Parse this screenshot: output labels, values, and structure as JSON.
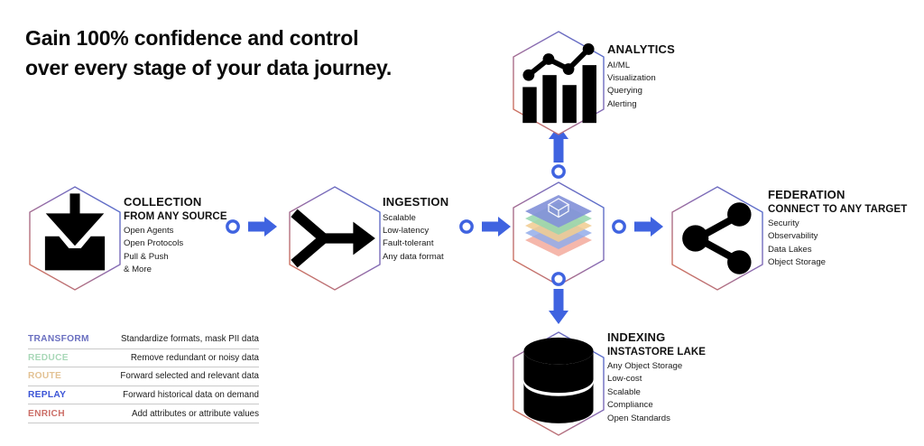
{
  "headline": {
    "line1": "Gain 100% confidence and control",
    "line2": "over every stage of your data journey."
  },
  "nodes": {
    "collection": {
      "title": "COLLECTION",
      "subtitle": "FROM ANY SOURCE",
      "icon": "inbox-download-icon",
      "items": [
        "Open Agents",
        "Open Protocols",
        "Pull & Push",
        "& More"
      ]
    },
    "ingestion": {
      "title": "INGESTION",
      "subtitle": "",
      "icon": "merge-arrow-icon",
      "items": [
        "Scalable",
        "Low-latency",
        "Fault-tolerant",
        "Any data format"
      ]
    },
    "processing": {
      "title": "",
      "icon": "stacked-layers-cube-icon",
      "layers": [
        {
          "label": "TRANSFORM",
          "color": "#7a8ad6"
        },
        {
          "label": "REDUCE",
          "color": "#8fd4a8"
        },
        {
          "label": "ROUTE",
          "color": "#f0c98a"
        },
        {
          "label": "REPLAY",
          "color": "#8aa6e8"
        },
        {
          "label": "ENRICH",
          "color": "#f2a393"
        }
      ]
    },
    "analytics": {
      "title": "ANALYTICS",
      "subtitle": "",
      "icon": "bar-chart-trend-icon",
      "items": [
        "AI/ML",
        "Visualization",
        "Querying",
        "Alerting"
      ]
    },
    "federation": {
      "title": "FEDERATION",
      "subtitle": "CONNECT TO ANY TARGET",
      "icon": "share-nodes-icon",
      "items": [
        "Security",
        "Observability",
        "Data Lakes",
        "Object Storage"
      ]
    },
    "indexing": {
      "title": "INDEXING",
      "subtitle": "INSTASTORE LAKE",
      "icon": "database-cylinder-icon",
      "items": [
        "Any Object Storage",
        "Low-cost",
        "Scalable",
        "Compliance",
        "Open Standards"
      ]
    }
  },
  "connectors": [
    {
      "name": "collection-to-ingestion",
      "direction": "right",
      "icon": "circle-then-arrow-right-icon"
    },
    {
      "name": "ingestion-to-processing",
      "direction": "right",
      "icon": "circle-then-arrow-right-icon"
    },
    {
      "name": "processing-to-federation",
      "direction": "right",
      "icon": "circle-then-arrow-right-icon"
    },
    {
      "name": "processing-to-analytics",
      "direction": "up",
      "icon": "circle-then-arrow-up-icon"
    },
    {
      "name": "processing-to-indexing",
      "direction": "down",
      "icon": "circle-then-arrow-down-icon"
    }
  ],
  "legend": {
    "rows": [
      {
        "key": "TRANSFORM",
        "color": "#6a6fc0",
        "desc": "Standardize formats, mask PII data"
      },
      {
        "key": "REDUCE",
        "color": "#a9d8b8",
        "desc": "Remove redundant or noisy data"
      },
      {
        "key": "ROUTE",
        "color": "#e3c294",
        "desc": "Forward selected and relevant data"
      },
      {
        "key": "REPLAY",
        "color": "#3b54d6",
        "desc": "Forward historical data on demand"
      },
      {
        "key": "ENRICH",
        "color": "#cc6f68",
        "desc": "Add attributes or attribute values"
      }
    ]
  },
  "colors": {
    "arrow_blue": "#3f63e0",
    "hex_stroke_blue": "#4a6fd4",
    "hex_stroke_purple": "#8a6ab0",
    "hex_stroke_orange": "#e0744a",
    "text_black": "#111111"
  }
}
